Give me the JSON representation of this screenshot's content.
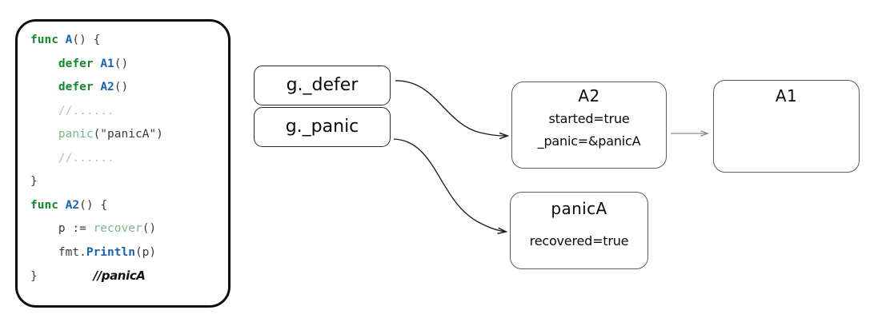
{
  "code_panel": {
    "language": "go",
    "lines": [
      [
        {
          "t": "func ",
          "c": "kw"
        },
        {
          "t": "A",
          "c": "fn"
        },
        {
          "t": "() {",
          "c": "plain"
        }
      ],
      [
        {
          "t": "    defer ",
          "c": "kw"
        },
        {
          "t": "A1",
          "c": "fn"
        },
        {
          "t": "()",
          "c": "plain"
        }
      ],
      [
        {
          "t": "    defer ",
          "c": "kw"
        },
        {
          "t": "A2",
          "c": "fn"
        },
        {
          "t": "()",
          "c": "plain"
        }
      ],
      [
        {
          "t": "    //......",
          "c": "comment"
        }
      ],
      [
        {
          "t": "    ",
          "c": "plain"
        },
        {
          "t": "panic",
          "c": "builtin"
        },
        {
          "t": "(\"panicA\")",
          "c": "str"
        }
      ],
      [
        {
          "t": "    //......",
          "c": "comment"
        }
      ],
      [
        {
          "t": "}",
          "c": "plain"
        }
      ],
      [
        {
          "t": "func ",
          "c": "kw"
        },
        {
          "t": "A2",
          "c": "fn"
        },
        {
          "t": "() {",
          "c": "plain"
        }
      ],
      [
        {
          "t": "    p := ",
          "c": "plain"
        },
        {
          "t": "recover",
          "c": "builtin"
        },
        {
          "t": "()",
          "c": "plain"
        }
      ],
      [
        {
          "t": "    fmt.",
          "c": "plain"
        },
        {
          "t": "Println",
          "c": "fn"
        },
        {
          "t": "(p)",
          "c": "plain"
        }
      ],
      [
        {
          "t": "}",
          "c": "plain"
        },
        {
          "t": "        ",
          "c": "plain"
        },
        {
          "t": "//panicA",
          "c": "hand"
        }
      ]
    ]
  },
  "nodes": {
    "g_defer": {
      "title": "g._defer"
    },
    "g_panic": {
      "title": "g._panic"
    },
    "a2": {
      "title": "A2",
      "field_started": "started=true",
      "field_panic": "_panic=&panicA"
    },
    "a1": {
      "title": "A1"
    },
    "panica": {
      "title": "panicA",
      "field_recovered": "recovered=true"
    }
  },
  "connectors": [
    {
      "name": "g-defer-to-a2",
      "style": "curved",
      "color": "#1d1d1d"
    },
    {
      "name": "g-panic-to-panica",
      "style": "curved",
      "color": "#1d1d1d"
    },
    {
      "name": "a2-to-a1",
      "style": "straight",
      "color": "#8d8d8d"
    }
  ],
  "colors": {
    "keyword": "#118a2e",
    "function": "#1763b6",
    "builtin": "#77b88e",
    "comment": "#bcbcbc",
    "plain": "#3b3b3b",
    "node_border": "#5b5b5b",
    "panel_border": "#0d0d0d",
    "background": "#ffffff"
  }
}
